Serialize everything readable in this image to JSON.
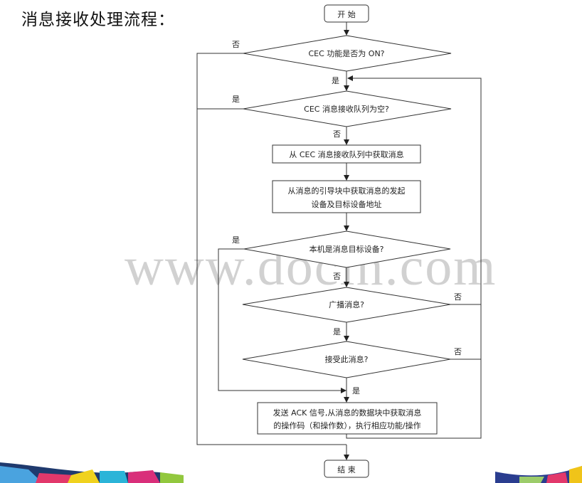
{
  "title": "消息接收处理流程：",
  "watermark": "www.docin.com",
  "flowchart": {
    "nodes": {
      "start": "开 始",
      "cec_on": "CEC 功能是否为 ON?",
      "queue_empty": "CEC 消息接收队列为空?",
      "get_msg": "从 CEC 消息接收队列中获取消息",
      "get_addr_line1": "从消息的引导块中获取消息的发起",
      "get_addr_line2": "设备及目标设备地址",
      "is_target": "本机是消息目标设备?",
      "is_broadcast": "广播消息?",
      "accept": "接受此消息?",
      "process_line1": "发送 ACK 信号,从消息的数据块中获取消息",
      "process_line2": "的操作码（和操作数），执行相应功能/操作",
      "end": "结 束"
    },
    "labels": {
      "cec_on_no": "否",
      "cec_on_yes": "是",
      "queue_empty_yes": "是",
      "queue_empty_no": "否",
      "is_target_yes": "是",
      "is_target_no": "否",
      "is_broadcast_no": "否",
      "is_broadcast_yes": "是",
      "accept_no": "否",
      "accept_yes": "是"
    }
  },
  "colors": {
    "line": "#333333",
    "watermark": "#c9c9c9"
  }
}
